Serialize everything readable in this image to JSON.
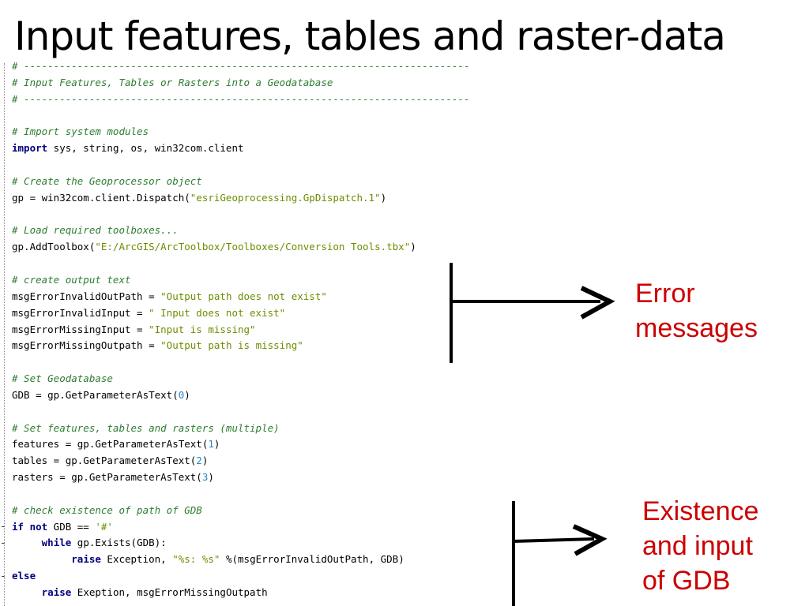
{
  "title": "Input features, tables and raster-data",
  "code_lines": [
    [
      {
        "t": "# ---------------------------------------------------------------------------",
        "c": "cm"
      }
    ],
    [
      {
        "t": "# Input Features, Tables or Rasters into a Geodatabase",
        "c": "cm"
      }
    ],
    [
      {
        "t": "# ---------------------------------------------------------------------------",
        "c": "cm"
      }
    ],
    [],
    [
      {
        "t": "# Import system modules",
        "c": "cm"
      }
    ],
    [
      {
        "t": "import",
        "c": "kw"
      },
      {
        "t": " sys, string, os, win32com.client",
        "c": "plain"
      }
    ],
    [],
    [
      {
        "t": "# Create the Geoprocessor object",
        "c": "cm"
      }
    ],
    [
      {
        "t": "gp = win32com.client.Dispatch(",
        "c": "plain"
      },
      {
        "t": "\"esriGeoprocessing.GpDispatch.1\"",
        "c": "str"
      },
      {
        "t": ")",
        "c": "plain"
      }
    ],
    [],
    [
      {
        "t": "# Load required toolboxes...",
        "c": "cm"
      }
    ],
    [
      {
        "t": "gp.AddToolbox(",
        "c": "plain"
      },
      {
        "t": "\"E:/ArcGIS/ArcToolbox/Toolboxes/Conversion Tools.tbx\"",
        "c": "str"
      },
      {
        "t": ")",
        "c": "plain"
      }
    ],
    [],
    [
      {
        "t": "# create output text",
        "c": "cm"
      }
    ],
    [
      {
        "t": "msgErrorInvalidOutPath = ",
        "c": "plain"
      },
      {
        "t": "\"Output path does not exist\"",
        "c": "str"
      }
    ],
    [
      {
        "t": "msgErrorInvalidInput = ",
        "c": "plain"
      },
      {
        "t": "\" Input does not exist\"",
        "c": "str"
      }
    ],
    [
      {
        "t": "msgErrorMissingInput = ",
        "c": "plain"
      },
      {
        "t": "\"Input is missing\"",
        "c": "str"
      }
    ],
    [
      {
        "t": "msgErrorMissingOutpath = ",
        "c": "plain"
      },
      {
        "t": "\"Output path is missing\"",
        "c": "str"
      }
    ],
    [],
    [
      {
        "t": "# Set Geodatabase",
        "c": "cm"
      }
    ],
    [
      {
        "t": "GDB = gp.GetParameterAsText(",
        "c": "plain"
      },
      {
        "t": "0",
        "c": "num"
      },
      {
        "t": ")",
        "c": "plain"
      }
    ],
    [],
    [
      {
        "t": "# Set features, tables and rasters (multiple)",
        "c": "cm"
      }
    ],
    [
      {
        "t": "features = gp.GetParameterAsText(",
        "c": "plain"
      },
      {
        "t": "1",
        "c": "num"
      },
      {
        "t": ")",
        "c": "plain"
      }
    ],
    [
      {
        "t": "tables = gp.GetParameterAsText(",
        "c": "plain"
      },
      {
        "t": "2",
        "c": "num"
      },
      {
        "t": ")",
        "c": "plain"
      }
    ],
    [
      {
        "t": "rasters = gp.GetParameterAsText(",
        "c": "plain"
      },
      {
        "t": "3",
        "c": "num"
      },
      {
        "t": ")",
        "c": "plain"
      }
    ],
    [],
    [
      {
        "t": "# check existence of path of GDB",
        "c": "cm"
      }
    ],
    [
      {
        "t": "if not",
        "c": "kw"
      },
      {
        "t": " GDB == ",
        "c": "plain"
      },
      {
        "t": "'#'",
        "c": "str"
      }
    ],
    [
      {
        "t": "     ",
        "c": "plain"
      },
      {
        "t": "while",
        "c": "kw"
      },
      {
        "t": " gp.Exists(GDB):",
        "c": "plain"
      }
    ],
    [
      {
        "t": "          ",
        "c": "plain"
      },
      {
        "t": "raise",
        "c": "kw"
      },
      {
        "t": " Exception, ",
        "c": "plain"
      },
      {
        "t": "\"%s: %s\"",
        "c": "str"
      },
      {
        "t": " %(msgErrorInvalidOutPath, GDB)",
        "c": "plain"
      }
    ],
    [
      {
        "t": "else",
        "c": "kw"
      }
    ],
    [
      {
        "t": "     ",
        "c": "plain"
      },
      {
        "t": "raise",
        "c": "kw"
      },
      {
        "t": " Exeption, msgErrorMissingOutpath",
        "c": "plain"
      }
    ]
  ],
  "annotations": {
    "error_messages": "Error\nmessages",
    "existence_gdb": "Existence\nand input\nof GDB"
  },
  "colors": {
    "annotation": "#cc0000",
    "comment": "#2e7d32",
    "keyword": "#000080",
    "string": "#6b8e00",
    "number": "#1e88c8"
  }
}
